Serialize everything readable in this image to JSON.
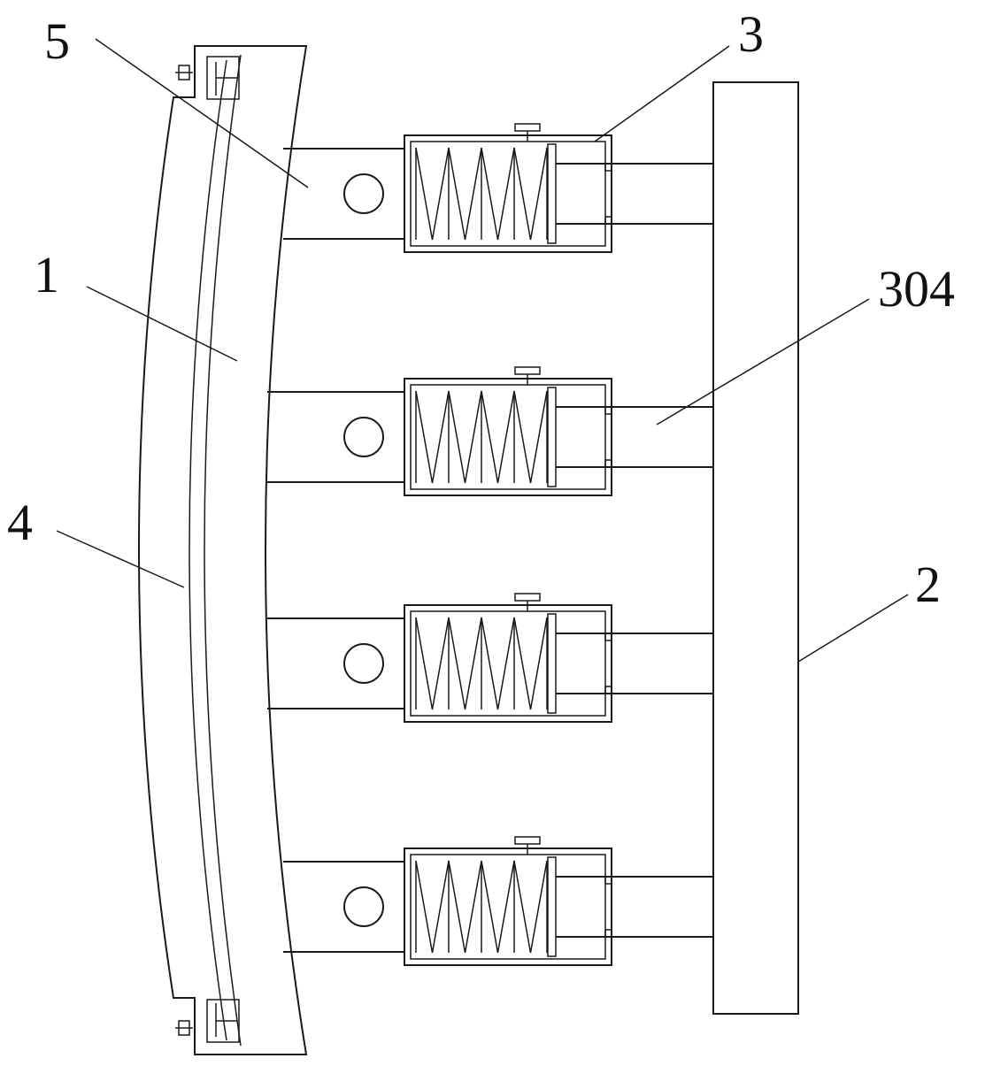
{
  "labels": {
    "part_1": "1",
    "part_2": "2",
    "part_3": "3",
    "part_4": "4",
    "part_5": "5",
    "part_304": "304"
  },
  "components": {
    "spring_assemblies": [
      {
        "name": "spring-assembly-1"
      },
      {
        "name": "spring-assembly-2"
      },
      {
        "name": "spring-assembly-3"
      },
      {
        "name": "spring-assembly-4"
      }
    ]
  },
  "colors": {
    "line": "#1a1a1a",
    "background": "#ffffff"
  }
}
